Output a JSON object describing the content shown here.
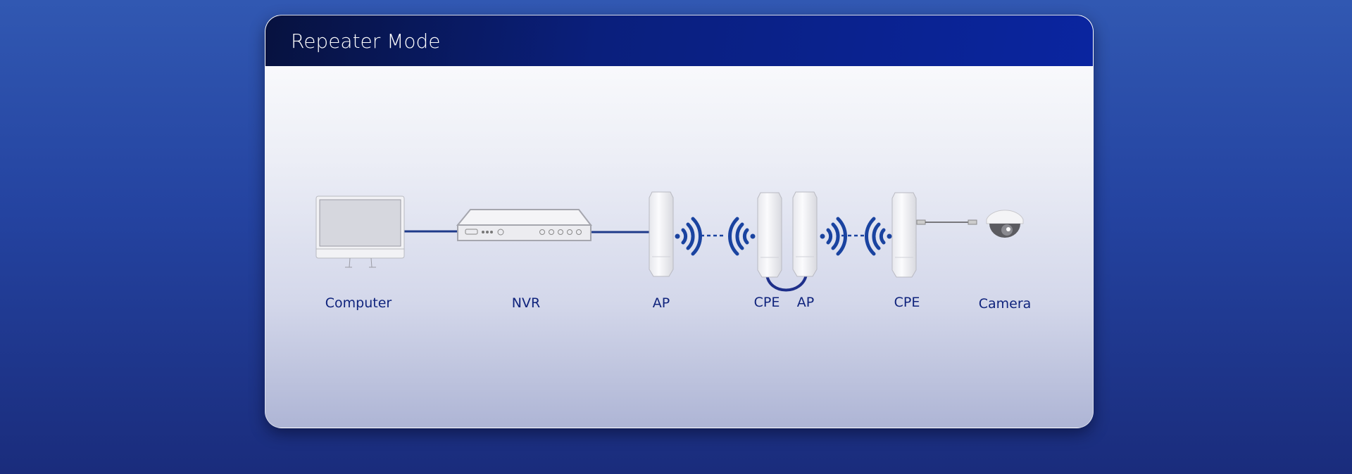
{
  "header": {
    "title": "Repeater Mode"
  },
  "devices": {
    "computer": "Computer",
    "nvr": "NVR",
    "ap1": "AP",
    "cpe1": "CPE",
    "ap2": "AP",
    "cpe2": "CPE",
    "camera": "Camera"
  },
  "colors": {
    "link": "#1e3a8a",
    "wifi": "#1a43a0",
    "label": "#0f237c"
  }
}
